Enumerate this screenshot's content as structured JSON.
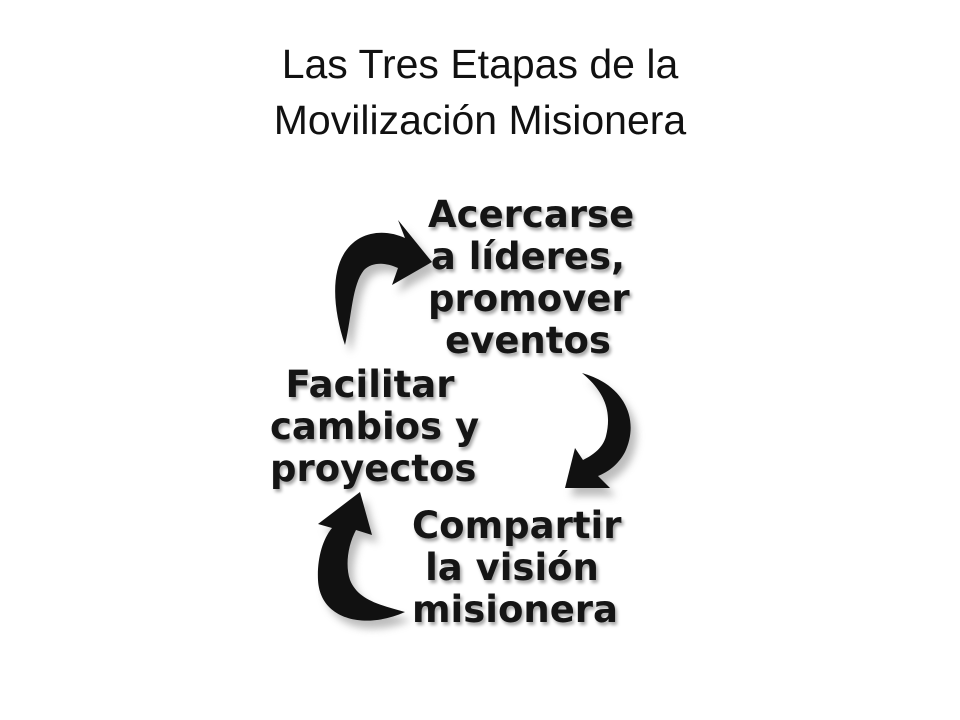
{
  "title": {
    "lines": [
      "Las Tres Etapas de la",
      "Movilización Misionera"
    ]
  },
  "stages": {
    "top": [
      "Acercarse",
      "a líderes,",
      "promover",
      "eventos"
    ],
    "bottom": [
      "Compartir",
      "la visión",
      "misionera"
    ],
    "left": [
      "Facilitar",
      "cambios y",
      "proyectos"
    ]
  },
  "colors": {
    "arrow": "#111111",
    "arrow_shadow": "#9a9a9a",
    "text": "#151515"
  },
  "icons": [
    "curved-arrow-icon"
  ]
}
